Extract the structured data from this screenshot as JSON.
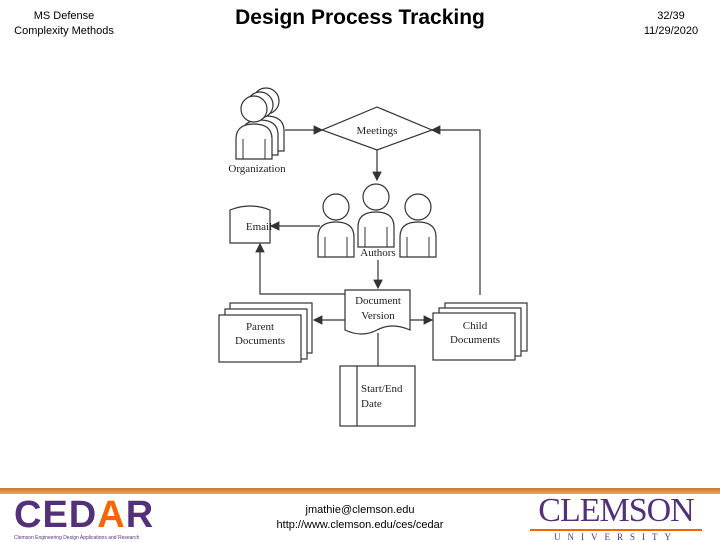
{
  "header": {
    "left_line1": "MS Defense",
    "left_line2": "Complexity Methods",
    "title": "Design Process Tracking",
    "page": "32/39",
    "date": "11/29/2020"
  },
  "diagram": {
    "meetings": "Meetings",
    "organization": "Organization",
    "email": "Email",
    "authors": "Authors",
    "document_line1": "Document",
    "document_line2": "Version",
    "parent_line1": "Parent",
    "parent_line2": "Documents",
    "child_line1": "Child",
    "child_line2": "Documents",
    "date_line1": "Start/End",
    "date_line2": "Date"
  },
  "footer": {
    "cedar_logo_text": "CEDAR",
    "cedar_subtitle": "Clemson Engineering Design Applications and Research",
    "email": "jmathie@clemson.edu",
    "url": "http://www.clemson.edu/ces/cedar",
    "clemson_word": "CLEMSON",
    "clemson_sub": "UNIVERSITY"
  },
  "colors": {
    "purple": "#523178",
    "orange": "#f56600"
  }
}
